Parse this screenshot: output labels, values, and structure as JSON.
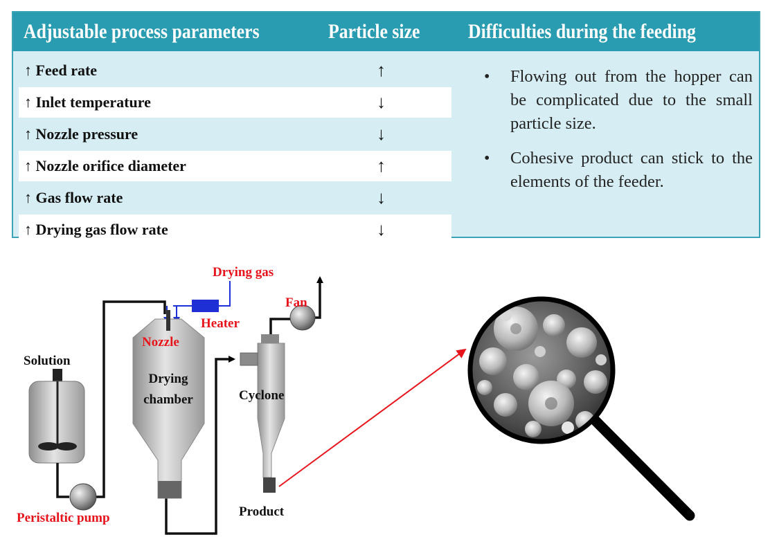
{
  "table": {
    "headers": {
      "parameters": "Adjustable process parameters",
      "particle_size": "Particle size",
      "difficulties": "Difficulties during the feeding"
    },
    "rows": [
      {
        "parameter": "↑ Feed rate",
        "effect": "↑"
      },
      {
        "parameter": "↑ Inlet temperature",
        "effect": "↓"
      },
      {
        "parameter": "↑ Nozzle pressure",
        "effect": "↓"
      },
      {
        "parameter": "↑ Nozzle orifice diameter",
        "effect": "↑"
      },
      {
        "parameter": "↑ Gas flow rate",
        "effect": "↓"
      },
      {
        "parameter": "↑ Drying gas flow rate",
        "effect": "↓"
      }
    ],
    "difficulties": [
      "Flowing out from the hopper can be complicated due to the small particle size.",
      "Cohesive product can stick to the elements of the feeder."
    ]
  },
  "diagram": {
    "labels": {
      "drying_gas": "Drying gas",
      "heater": "Heater",
      "fan": "Fan",
      "nozzle": "Nozzle",
      "solution": "Solution",
      "drying_chamber_line1": "Drying",
      "drying_chamber_line2": "chamber",
      "cyclone": "Cyclone",
      "product": "Product",
      "peristaltic_pump": "Peristaltic pump"
    },
    "colors": {
      "table_header": "#2a9cb1",
      "table_body": "#d6eef3",
      "red_label": "#e8141c",
      "gas_line": "#1f2fd6",
      "pointer_arrow": "#e8141c"
    },
    "magnifier": "magnifying-glass-icon with SEM micrograph of spray-dried particles"
  }
}
